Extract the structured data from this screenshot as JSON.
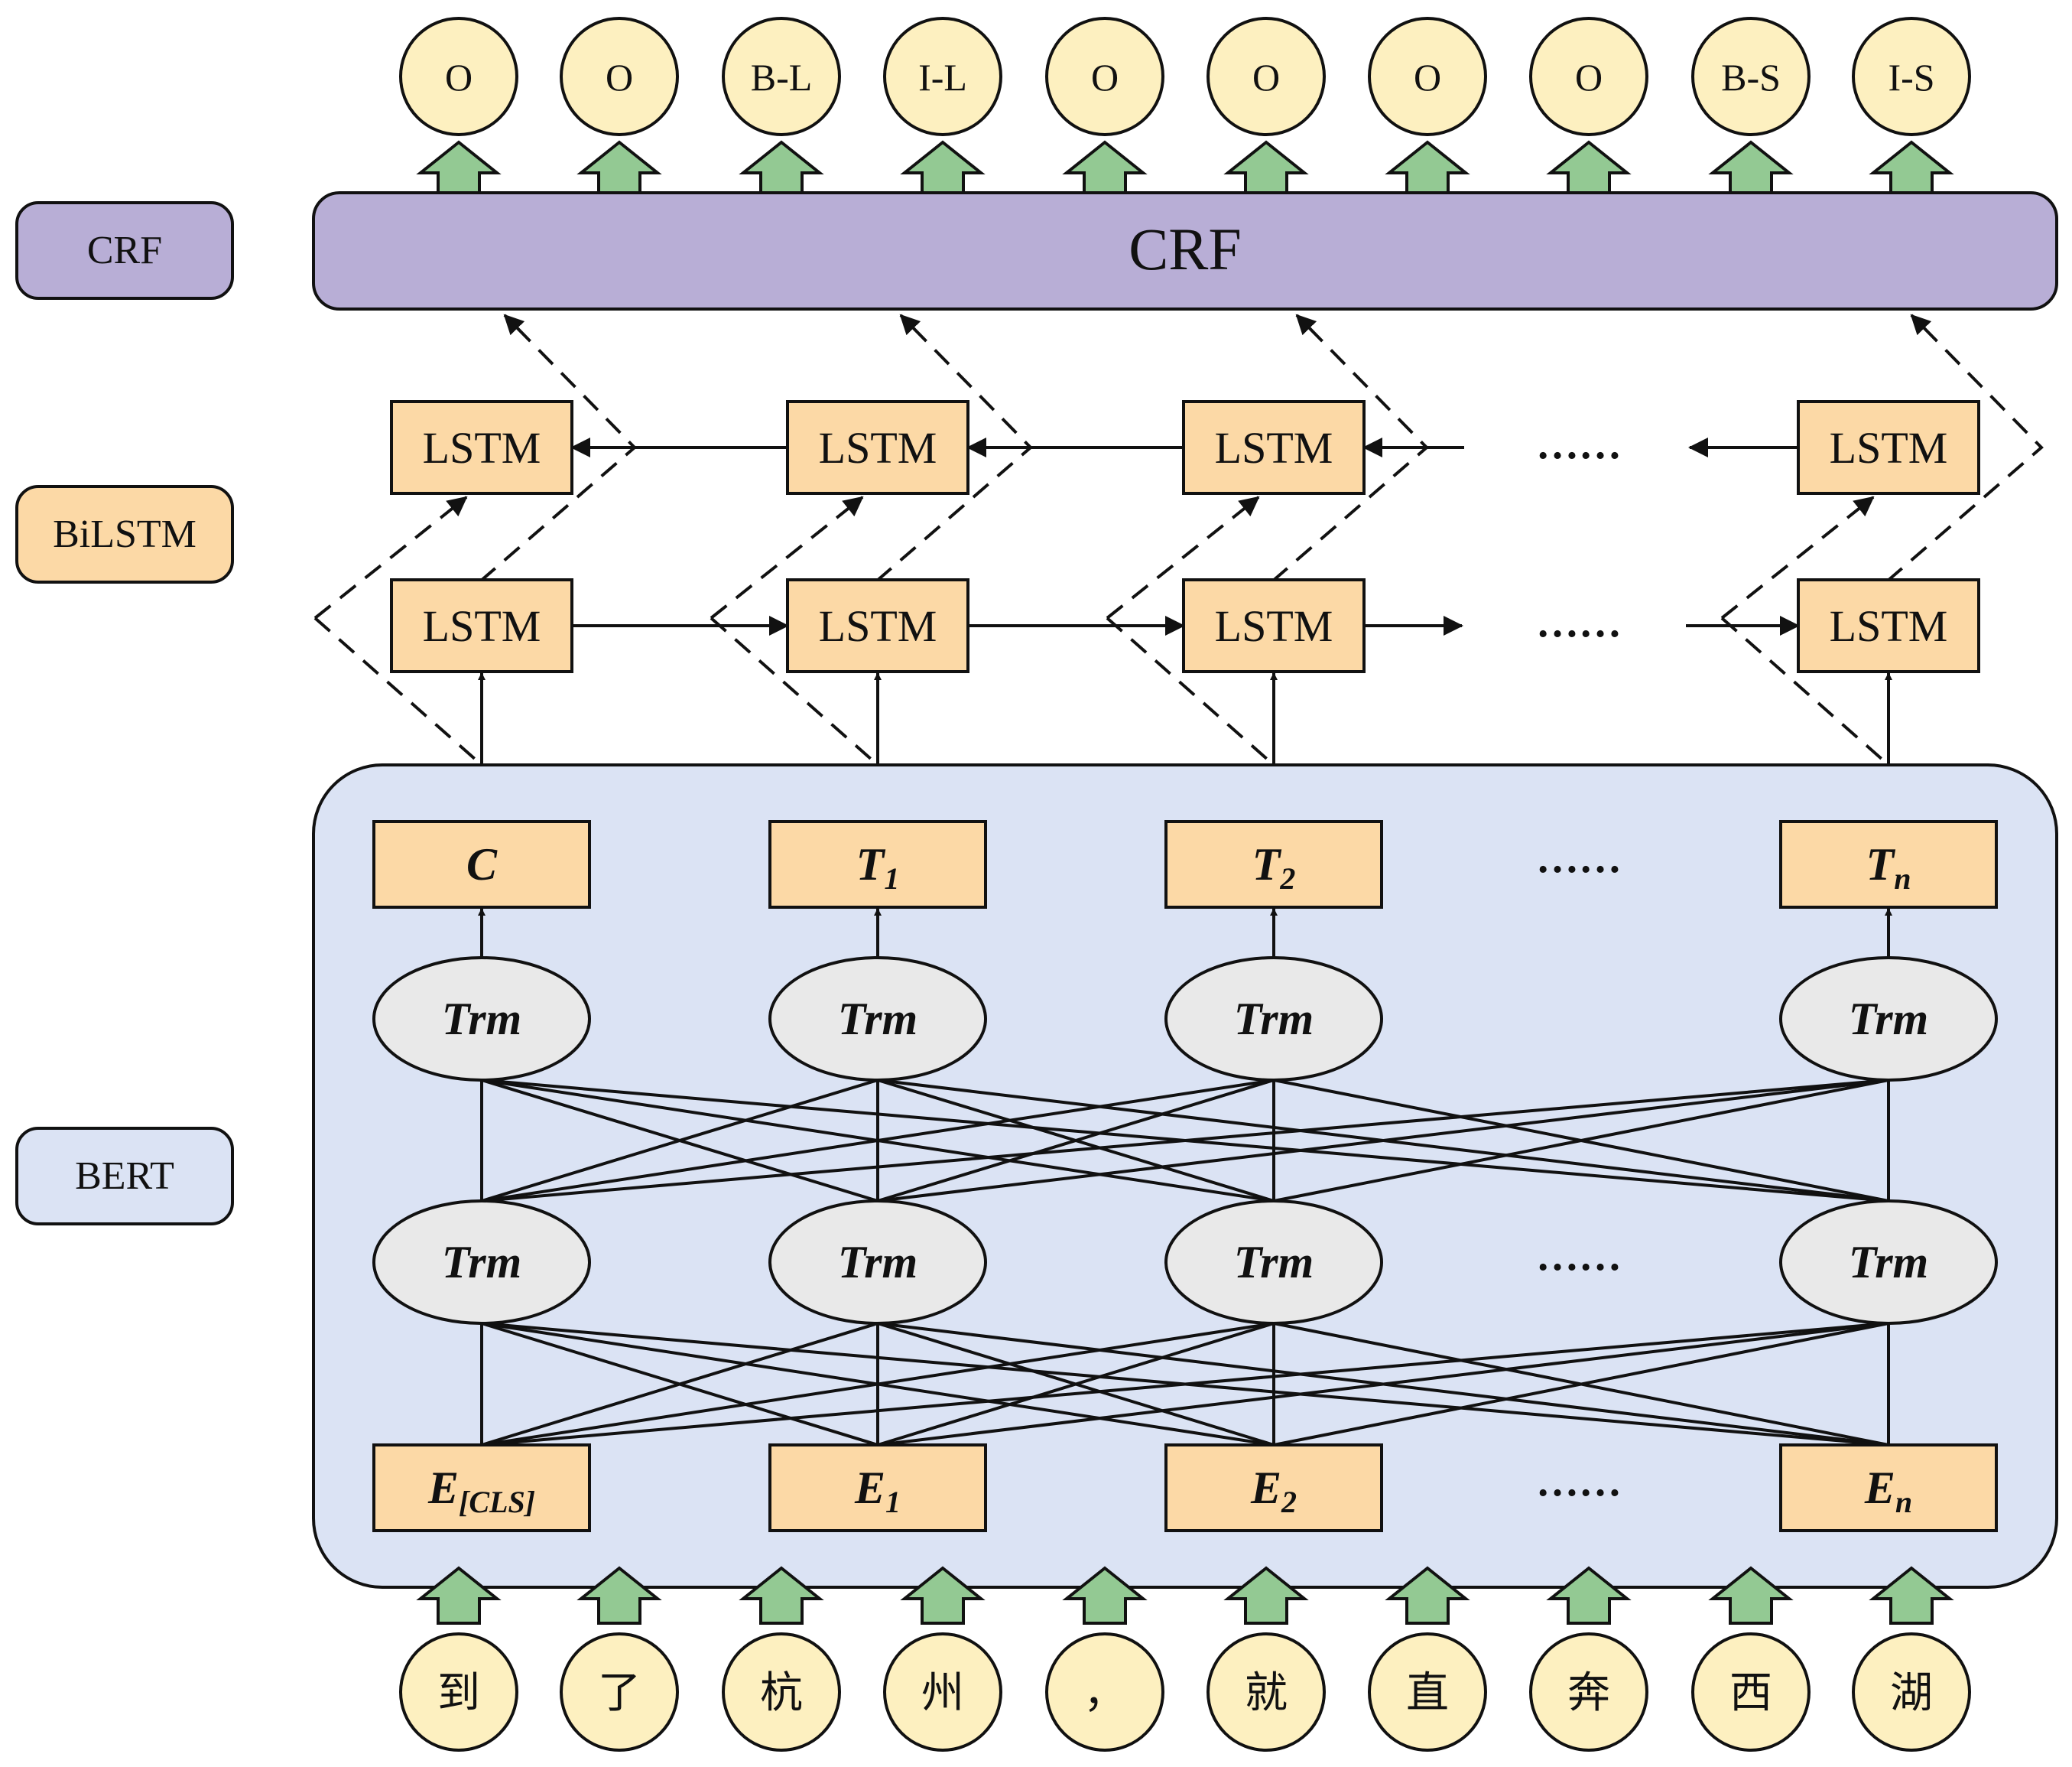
{
  "colors": {
    "crf_fill": "#b8aed6",
    "bilstm_fill": "#fcd9a6",
    "bert_fill": "#dbe3f4",
    "node_fill": "#fcd9a6",
    "trm_fill": "#e9e9e9",
    "circle_fill": "#fdf0c0",
    "arrow_fill": "#93c993",
    "stroke": "#111111"
  },
  "layers": {
    "crf_label": "CRF",
    "bilstm_label": "BiLSTM",
    "bert_label": "BERT"
  },
  "crf_bar": {
    "label": "CRF"
  },
  "output_tags": [
    "O",
    "O",
    "B-L",
    "I-L",
    "O",
    "O",
    "O",
    "O",
    "B-S",
    "I-S"
  ],
  "input_chars": [
    "到",
    "了",
    "杭",
    "州",
    "，",
    "就",
    "直",
    "奔",
    "西",
    "湖"
  ],
  "bilstm": {
    "backward_labels": [
      "LSTM",
      "LSTM",
      "LSTM",
      "LSTM"
    ],
    "forward_labels": [
      "LSTM",
      "LSTM",
      "LSTM",
      "LSTM"
    ],
    "ellipsis": "……"
  },
  "bert": {
    "outputs": [
      {
        "main": "C",
        "sub": ""
      },
      {
        "main": "T",
        "sub": "1"
      },
      {
        "main": "T",
        "sub": "2"
      },
      {
        "main": "T",
        "sub": "n"
      }
    ],
    "trm_label": "Trm",
    "embeddings": [
      {
        "main": "E",
        "sub": "[CLS]"
      },
      {
        "main": "E",
        "sub": "1"
      },
      {
        "main": "E",
        "sub": "2"
      },
      {
        "main": "E",
        "sub": "n"
      }
    ],
    "ellipsis": "……"
  }
}
